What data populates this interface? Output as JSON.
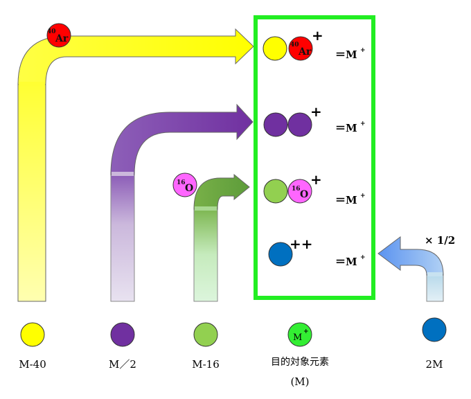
{
  "interferences": {
    "ar_arrow": {
      "isotope_mass": "40",
      "isotope_symbol": "Ar",
      "equals": "＝M",
      "charge_label": "+",
      "eq_sup": "+"
    },
    "dimer_arrow": {
      "equals": "＝M",
      "charge_label": "+",
      "eq_sup": "+"
    },
    "o_arrow": {
      "isotope_mass": "16",
      "isotope_symbol": "O",
      "equals": "＝M",
      "charge_label": "+",
      "eq_sup": "+"
    },
    "double_charge": {
      "equals": "＝M",
      "charge_label": "++",
      "eq_sup": "+",
      "factor": "× 1/2"
    }
  },
  "bottom_labels": {
    "m40": "M-40",
    "m_half": "M／2",
    "m16": "M-16",
    "target": "目的対象元素",
    "target_sub": "(M)",
    "target_ion_letter": "M",
    "target_ion_sup": "+",
    "m2": "2M"
  },
  "colors": {
    "yellow": "#ffff00",
    "purple": "#7030a0",
    "green": "#92d050",
    "blue": "#0070c0",
    "red": "#ff0000",
    "magenta": "#ff66ff",
    "box_green": "#22ee22",
    "target_green": "#33ee33"
  }
}
